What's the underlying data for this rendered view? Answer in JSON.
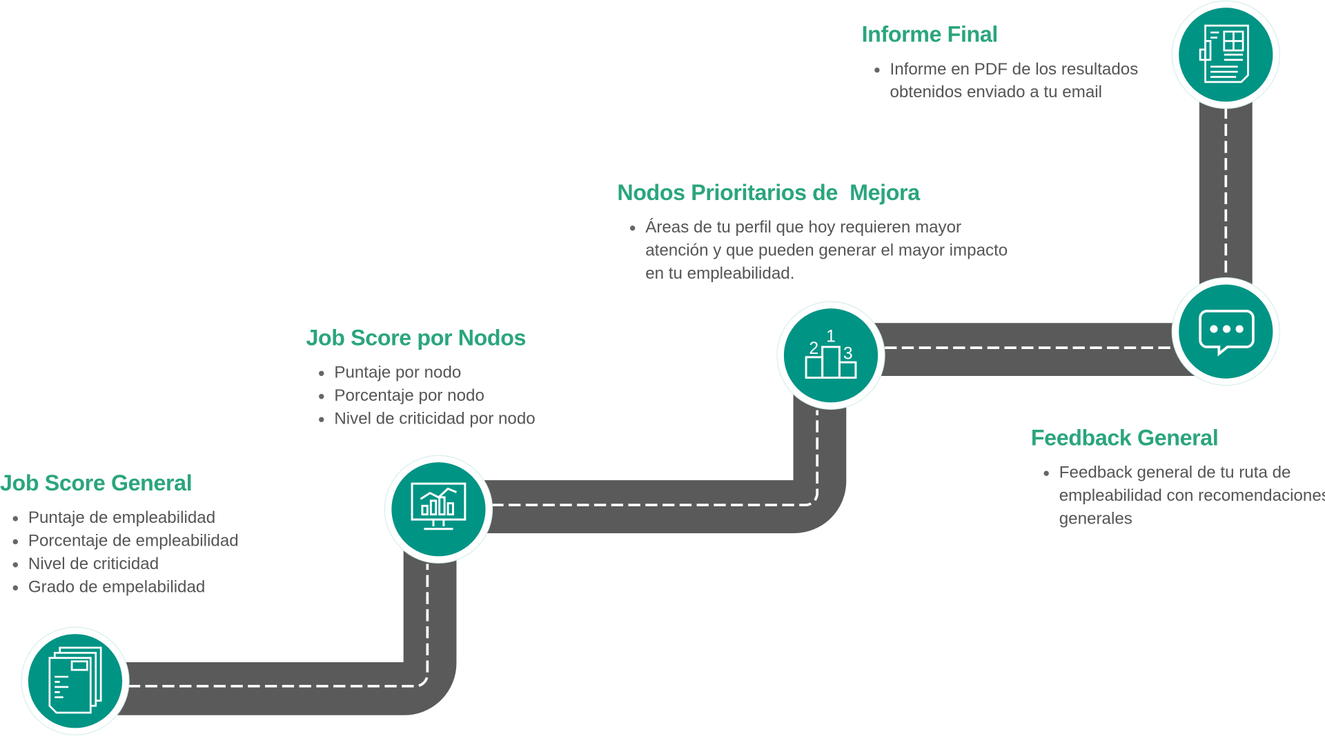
{
  "colors": {
    "teal": "#009485",
    "road": "#5a5a5a",
    "title": "#2aa57e",
    "text": "#555555"
  },
  "steps": [
    {
      "title": "Job Score General",
      "icon": "documents-icon",
      "bullets": [
        "Puntaje de empleabilidad",
        "Porcentaje de empleabilidad",
        "Nivel de criticidad",
        "Grado de empelabilidad"
      ]
    },
    {
      "title": "Job Score por Nodos",
      "icon": "monitor-chart-icon",
      "bullets": [
        "Puntaje por nodo",
        "Porcentaje por nodo",
        "Nivel de criticidad por nodo"
      ]
    },
    {
      "title": "Nodos Prioritarios de  Mejora",
      "icon": "podium-icon",
      "bullets": [
        "Áreas de tu perfil que hoy requieren mayor atención y que pueden generar el mayor impacto en tu empleabilidad."
      ]
    },
    {
      "title": "Feedback General",
      "icon": "chat-bubble-icon",
      "bullets": [
        "Feedback general de tu ruta de empleabilidad con recomendaciones generales"
      ]
    },
    {
      "title": "Informe Final",
      "icon": "report-icon",
      "bullets": [
        "Informe en PDF de los resultados obtenidos enviado a tu email"
      ]
    }
  ],
  "podium_labels": [
    "1",
    "2",
    "3"
  ]
}
